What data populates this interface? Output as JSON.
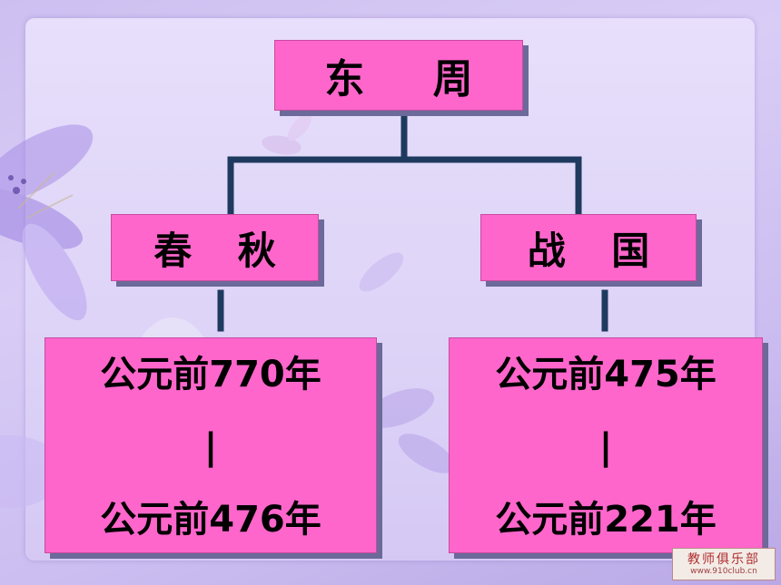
{
  "diagram": {
    "root": {
      "label": "东 周"
    },
    "branches": [
      {
        "label": "春 秋",
        "start": "公元前770年",
        "separator": "|",
        "end": "公元前476年"
      },
      {
        "label": "战 国",
        "start": "公元前475年",
        "separator": "|",
        "end": "公元前221年"
      }
    ]
  },
  "colors": {
    "box_fill": "#ff66cc",
    "box_shadow": "#6b6a9a",
    "connector": "#1f3a5f",
    "background": "#d9cdf6"
  },
  "watermark": {
    "line1": "教师俱乐部",
    "line2": "www.910club.cn"
  }
}
